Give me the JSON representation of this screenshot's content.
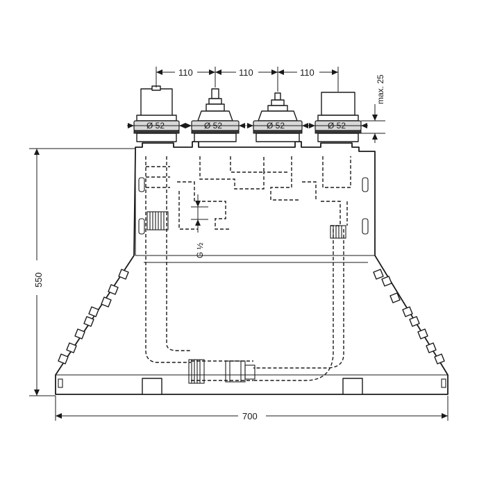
{
  "dimensions": {
    "spacing_1": "110",
    "spacing_2": "110",
    "spacing_3": "110",
    "max_height": "max. 25",
    "overall_height": "550",
    "overall_width": "700",
    "diameter_1": "Ø 52",
    "diameter_2": "Ø 52",
    "diameter_3": "Ø 52",
    "diameter_4": "Ø 52"
  },
  "thread_label": "G ½"
}
